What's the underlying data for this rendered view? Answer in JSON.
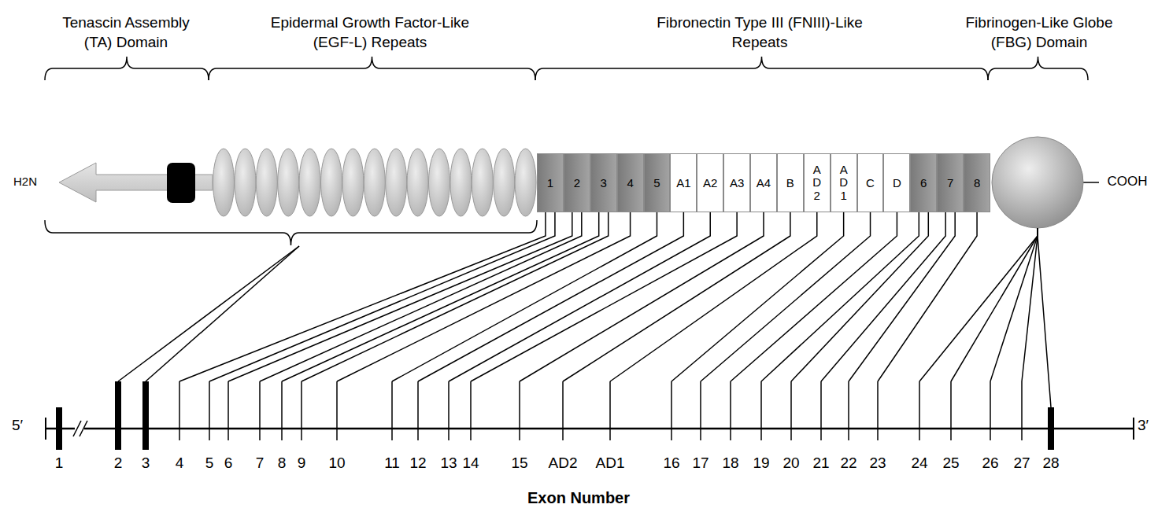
{
  "diagram": {
    "nodes": [
      {
        "text": [
          "1"
        ]
      },
      {
        "text": [
          "2"
        ]
      },
      {
        "text": [
          "3"
        ]
      },
      {
        "text": [
          "4"
        ]
      },
      {
        "text": [
          "5"
        ]
      },
      {
        "text": [
          "A1"
        ]
      },
      {
        "text": [
          "A2"
        ]
      },
      {
        "text": [
          "A3"
        ]
      },
      {
        "text": [
          "A4"
        ]
      },
      {
        "text": [
          "B"
        ]
      },
      {
        "text": [
          "AD2"
        ]
      },
      {
        "text": [
          "AD1"
        ]
      },
      {
        "text": [
          "C"
        ]
      },
      {
        "text": [
          "D"
        ]
      },
      {
        "text": [
          "6"
        ]
      },
      {
        "text": [
          "7"
        ]
      },
      {
        "text": [
          "8"
        ]
      }
    ],
    "labels": [
      "Tenascin Assembly (TA) Domain",
      "Epidermal Growth Factor-Like (EGF-L) Repeats",
      "Fibronectin Type III (FNIII)-Like Repeats",
      "Fibrinogen-Like Globe (FBG) Domain",
      "H2N",
      "COOH",
      "5′",
      "3′",
      "1",
      "2",
      "3",
      "4",
      "5",
      "6",
      "7",
      "8",
      "9",
      "10",
      "11",
      "12",
      "13",
      "14",
      "15",
      "AD2",
      "AD1",
      "16",
      "17",
      "18",
      "19",
      "20",
      "21",
      "22",
      "23",
      "24",
      "25",
      "26",
      "27",
      "28",
      "Exon Number"
    ]
  }
}
